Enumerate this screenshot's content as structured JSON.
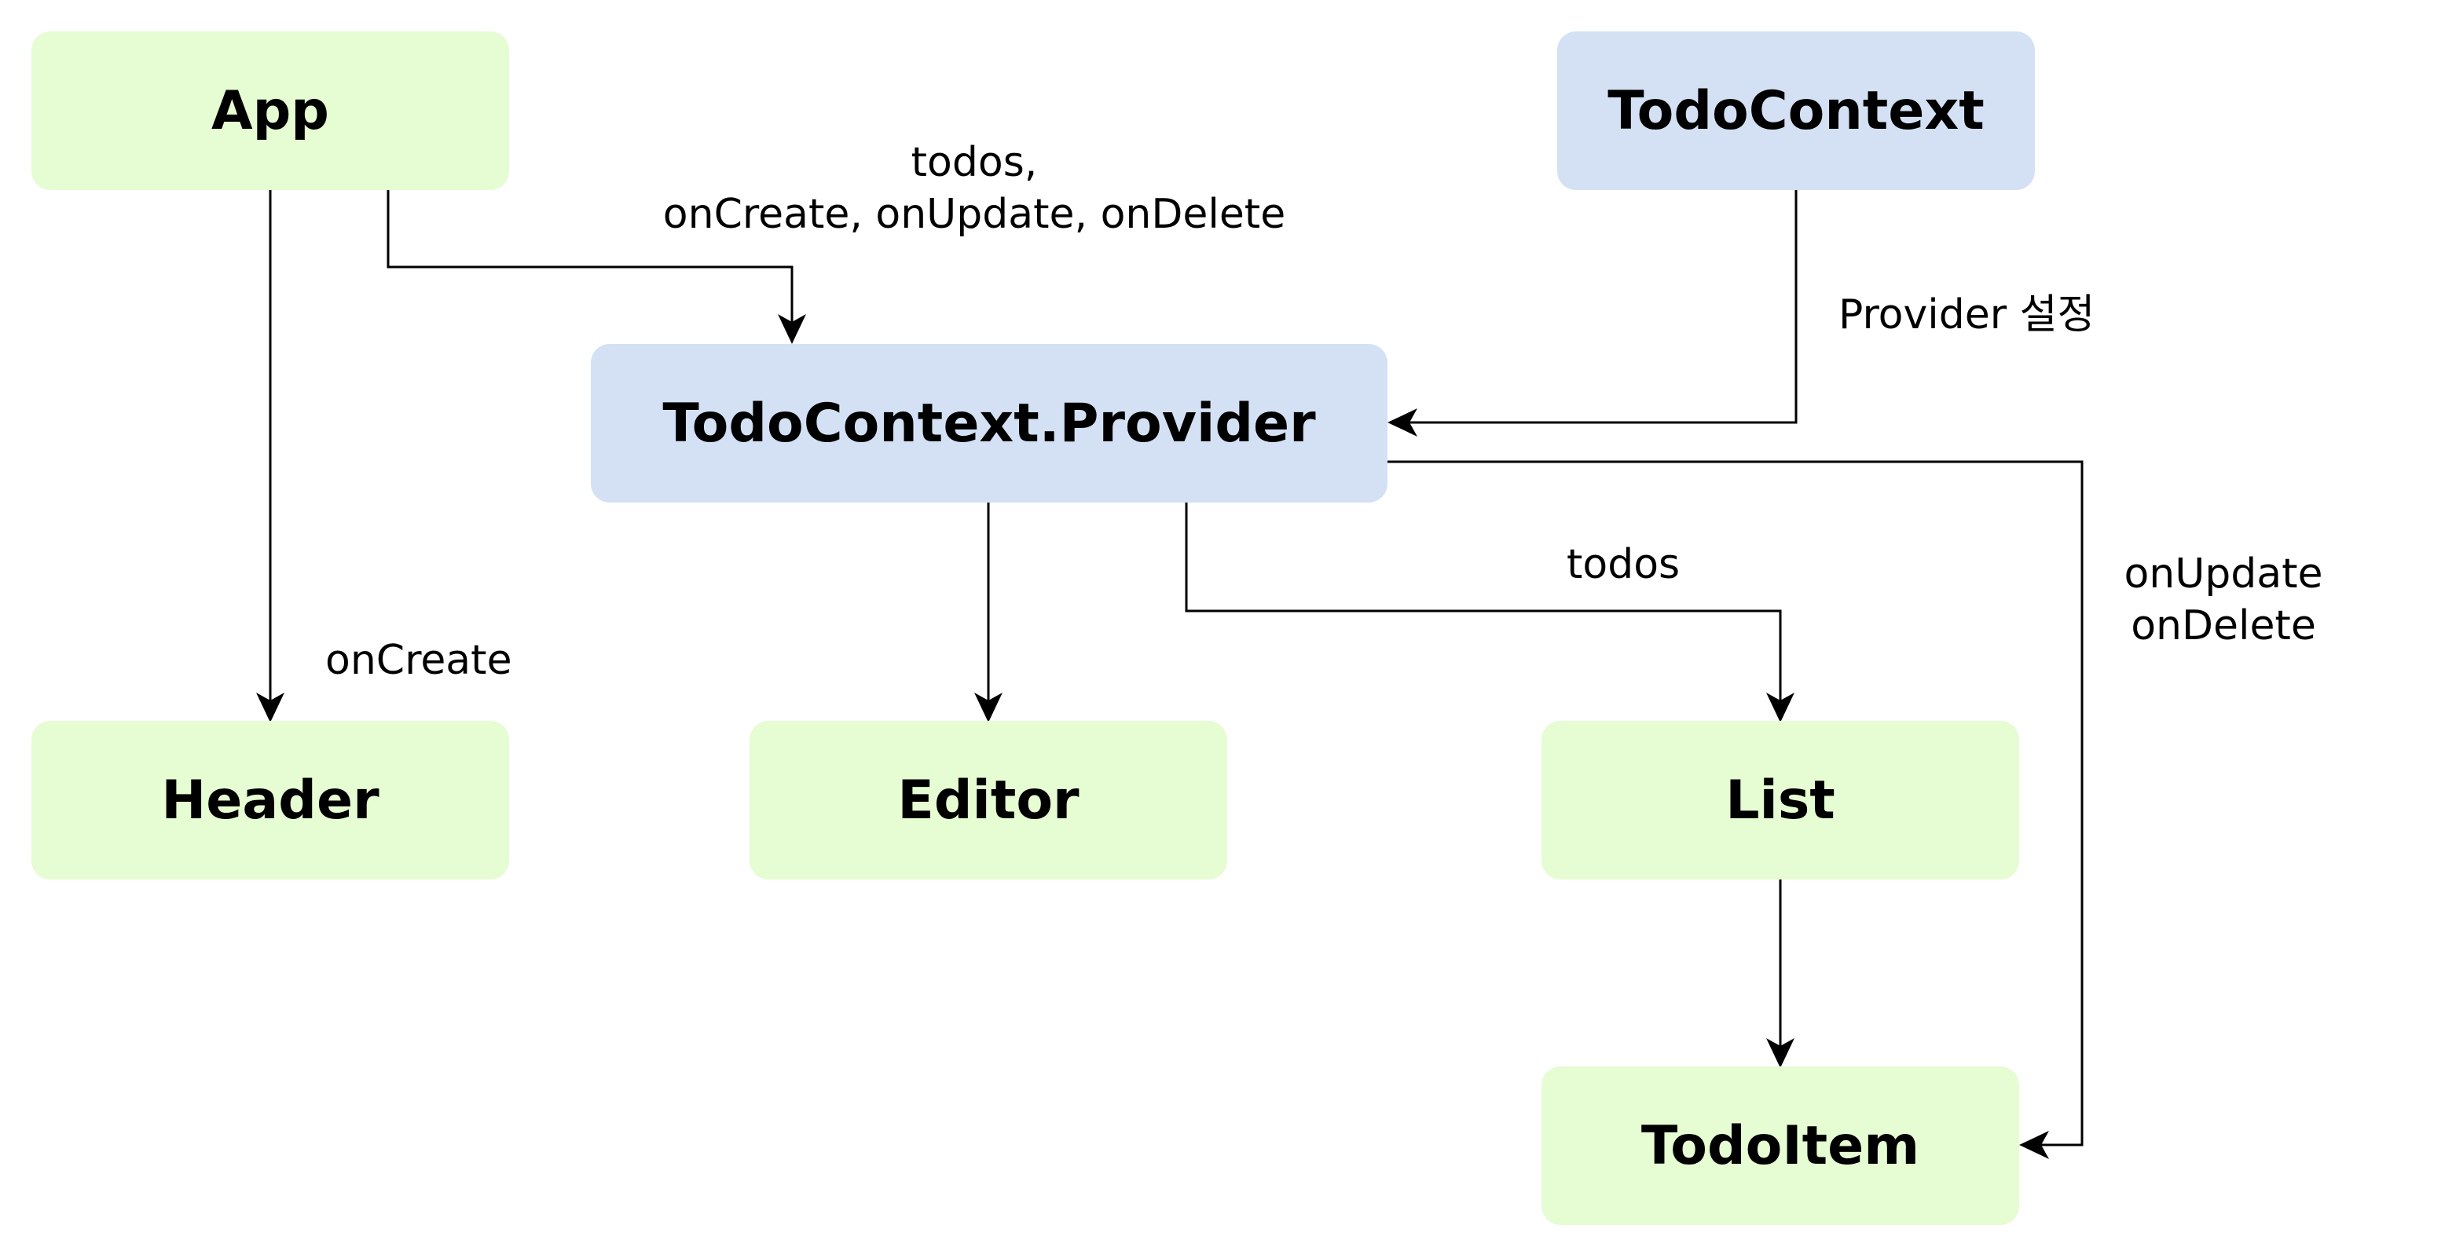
{
  "colors": {
    "component_fill": "#e6fcd2",
    "context_fill": "#d4e1f5",
    "edge_stroke": "#000000"
  },
  "nodes": {
    "app": "App",
    "todo_context": "TodoContext",
    "provider": "TodoContext.Provider",
    "header": "Header",
    "editor": "Editor",
    "list": "List",
    "todo_item": "TodoItem"
  },
  "edge_labels": {
    "app_to_provider_line1": "todos,",
    "app_to_provider_line2": "onCreate, onUpdate, onDelete",
    "context_to_provider": "Provider 설정",
    "app_to_header": "onCreate",
    "provider_to_list": "todos",
    "provider_to_item_line1": "onUpdate",
    "provider_to_item_line2": "onDelete"
  }
}
